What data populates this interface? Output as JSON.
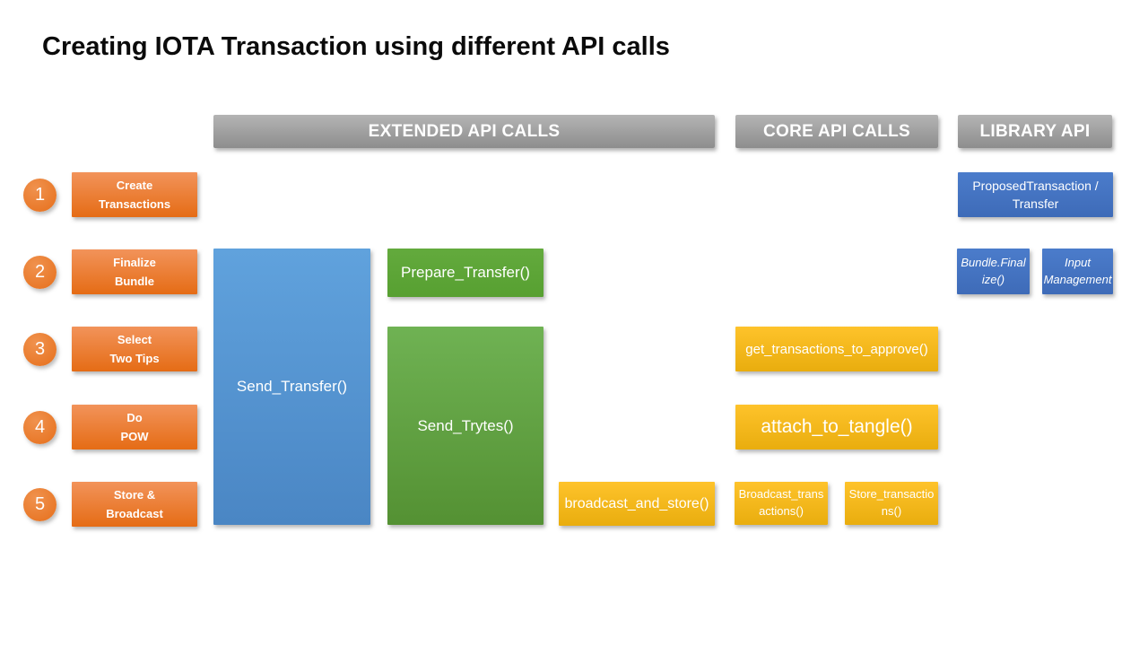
{
  "title": "Creating IOTA Transaction using different API calls",
  "headers": {
    "extended": "EXTENDED API CALLS",
    "core": "CORE API CALLS",
    "library": "LIBRARY API"
  },
  "steps": [
    {
      "num": "1",
      "line1": "Create",
      "line2": "Transactions"
    },
    {
      "num": "2",
      "line1": "Finalize",
      "line2": "Bundle"
    },
    {
      "num": "3",
      "line1": "Select",
      "line2": "Two Tips"
    },
    {
      "num": "4",
      "line1": "Do",
      "line2": "POW"
    },
    {
      "num": "5",
      "line1": "Store &",
      "line2": "Broadcast"
    }
  ],
  "extended": {
    "send_transfer": "Send_Transfer()",
    "prepare_transfer": "Prepare_Transfer()",
    "send_trytes": "Send_Trytes()",
    "broadcast_and_store": "broadcast_and_store()"
  },
  "core": {
    "get_transactions_to_approve": "get_transactions_to_approve()",
    "attach_to_tangle": "attach_to_tangle()",
    "broadcast_transactions": "Broadcast_transactions()",
    "store_transactions": "Store_transactions()"
  },
  "library": {
    "proposed_transaction": "ProposedTransaction / Transfer",
    "bundle_finalize": "Bundle.Finalize()",
    "input_management": "Input Management"
  },
  "colors": {
    "orange": "#ED7D31",
    "blue_extended": "#5B9BD5",
    "green": "#70AD47",
    "yellow": "#FFC000",
    "blue_library": "#4472C4",
    "gray_header": "#A6A6A6",
    "text_on_boxes": "#FFFFFF",
    "title_text": "#0B0B0B"
  }
}
